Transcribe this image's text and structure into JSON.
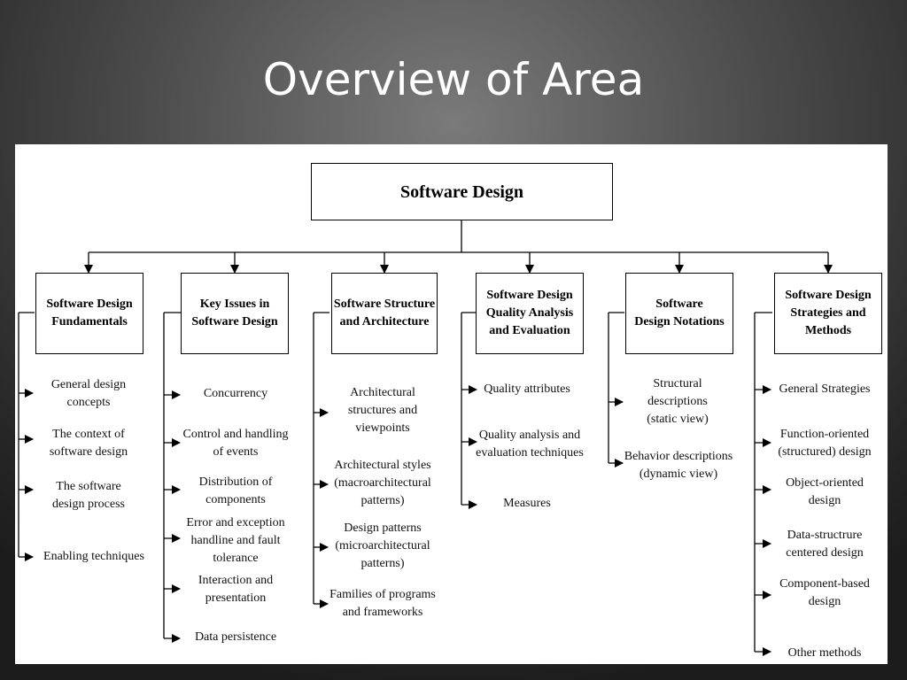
{
  "title": "Overview of Area",
  "diagram": {
    "root": "Software Design",
    "branches": [
      {
        "label": "Software Design\nFundamentals",
        "items": [
          "General design\nconcepts",
          "The context of\nsoftware design",
          "The software\ndesign process",
          "Enabling techniques"
        ]
      },
      {
        "label": "Key Issues in\nSoftware Design",
        "items": [
          "Concurrency",
          "Control and handling\nof events",
          "Distribution of\ncomponents",
          "Error and exception\nhandline and fault\ntolerance",
          "Interaction and\npresentation",
          "Data persistence"
        ]
      },
      {
        "label": "Software Structure\nand  Architecture",
        "items": [
          "Architectural\nstructures and\nviewpoints",
          "Architectural styles\n(macroarchitectural\npatterns)",
          "Design patterns\n(microarchitectural\npatterns)",
          "Families of programs\nand frameworks"
        ]
      },
      {
        "label": "Software Design\nQuality Analysis\nand Evaluation",
        "items": [
          "Quality attributes",
          "Quality analysis and\nevaluation techniques",
          "Measures"
        ]
      },
      {
        "label": "Software\nDesign Notations",
        "items": [
          "Structural\ndescriptions\n(static view)",
          "Behavior descriptions\n(dynamic view)"
        ]
      },
      {
        "label": "Software Design\nStrategies and\nMethods",
        "items": [
          "General Strategies",
          "Function-oriented\n(structured) design",
          "Object-oriented\ndesign",
          "Data-structrure\ncentered design",
          "Component-based\ndesign",
          "Other methods"
        ]
      }
    ]
  }
}
